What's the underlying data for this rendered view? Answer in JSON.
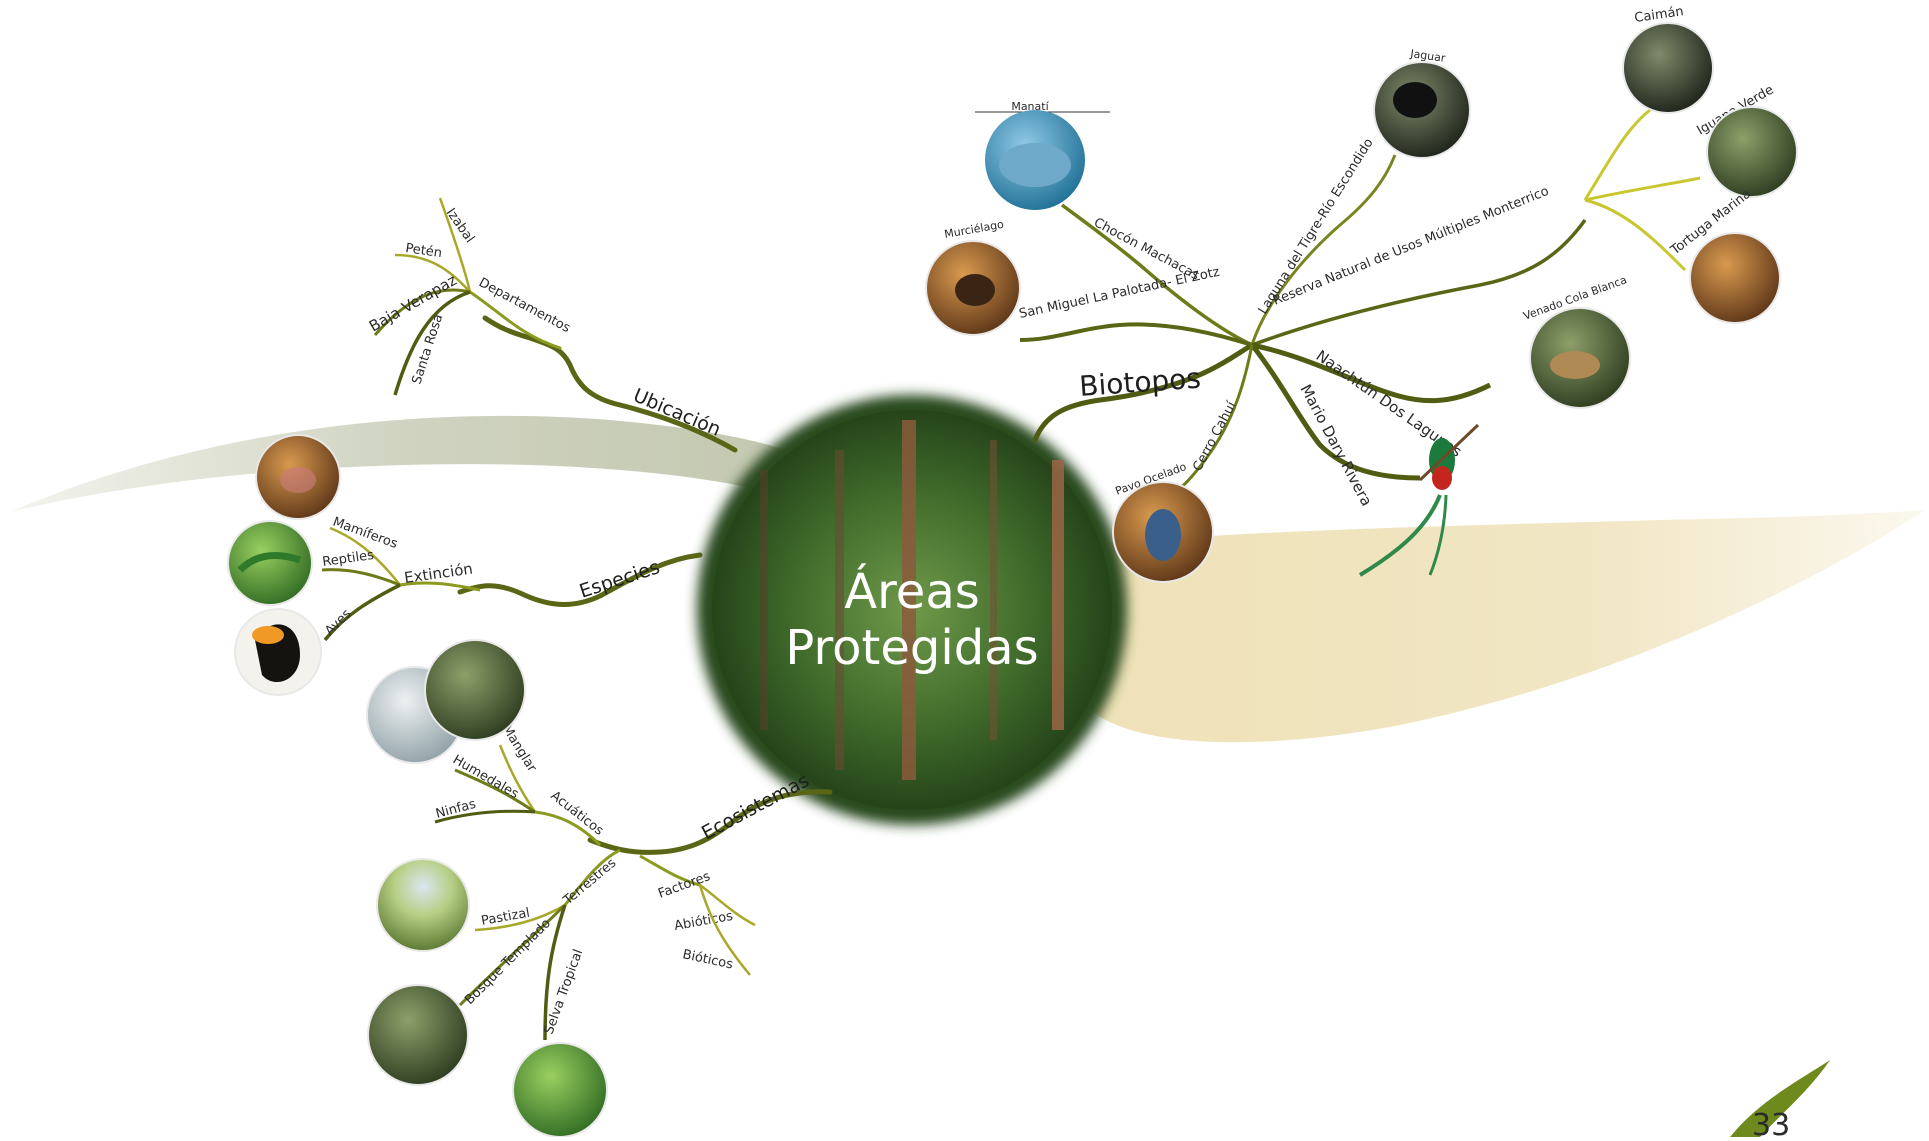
{
  "center": {
    "line1": "Áreas",
    "line2": "Protegidas"
  },
  "ubicacion": {
    "label": "Ubicación",
    "departamentos": "Departamentos",
    "items": [
      "Izabal",
      "Petén",
      "Baja Verapaz",
      "Santa Rosa"
    ]
  },
  "especies": {
    "label": "Especies",
    "extincion": "Extinción",
    "items": [
      "Mamíferos",
      "Reptiles",
      "Aves"
    ]
  },
  "ecosistemas": {
    "label": "Ecosistemas",
    "acuaticos": "Acuáticos",
    "acuaticos_items": [
      "Manglar",
      "Humedales",
      "Ninfas"
    ],
    "terrestres": "Terrestres",
    "terrestres_items": [
      "Pastizal",
      "Bosque Templado",
      "Selva Tropical"
    ],
    "factores": "Factores",
    "factores_items": [
      "Abióticos",
      "Bióticos"
    ]
  },
  "biotopos": {
    "label": "Biotopos",
    "chocon": "Chocón Machacas",
    "manati": "Manatí",
    "san_miguel": "San Miguel La Palotada- El Zotz",
    "murcielago": "Murciélago",
    "laguna": "Laguna del Tigre-Río Escondido",
    "jaguar": "Jaguar",
    "reserva": "Reserva Natural de Usos Múltiples Monterrico",
    "caiman": "Caimán",
    "iguana": "Iguana Verde",
    "tortuga": "Tortuga Marina",
    "naachtun": "Naachtún Dos Lagunas",
    "venado": "Venado Cola Blanca",
    "mario": "Mario Dary Rivera",
    "cerro": "Cerro Cahuí",
    "pavo": "Pavo Ocelado"
  },
  "page_number": "33",
  "colors": {
    "branch_dark": "#4e5a10",
    "branch_light": "#c9c630",
    "swoosh_gray": "#c8cdb8",
    "swoosh_tan": "#e6d4a2"
  }
}
